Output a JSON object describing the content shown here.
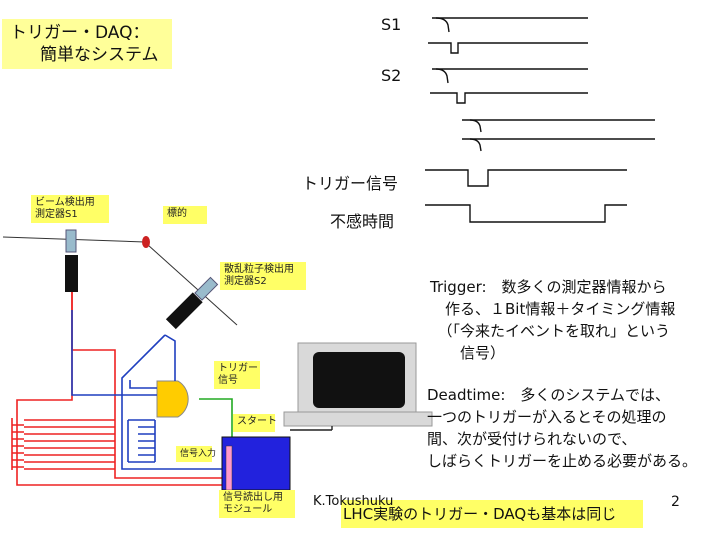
{
  "title": {
    "line1": "トリガー・DAQ：",
    "line2": "簡単なシステム"
  },
  "signals": {
    "s1": "S1",
    "s2": "S2",
    "trigger": "トリガー信号",
    "deadtime": "不感時間"
  },
  "diagram": {
    "beam_detector": [
      "ビーム検出用",
      "測定器S1"
    ],
    "target": "標的",
    "scatter_detector": [
      "散乱粒子検出用",
      "測定器S2"
    ],
    "trigger_signal": [
      "トリガー",
      "信号"
    ],
    "start": "スタート",
    "signal_input": "信号入力",
    "readout_module": [
      "信号読出し用",
      "モジュール"
    ]
  },
  "notes": {
    "trigger": [
      "Trigger:　数多くの測定器情報から",
      "　作る、１Bit情報＋タイミング情報",
      "　（「今来たイベントを取れ」という",
      "　　信号）"
    ],
    "deadtime": [
      "Deadtime:　多くのシステムでは、",
      "一つのトリガーが入るとその処理の",
      "間、次が受付けられないので、",
      "しばらくトリガーを止める必要がある。"
    ]
  },
  "footer": {
    "author": "K.Tokushuku",
    "summary": "LHC実験のトリガー・DAQも基本は同じ",
    "page": "2"
  },
  "colors": {
    "title_bg": "#ffff99",
    "label_bg": "#ffff66",
    "footer_bg": "#ffff66",
    "wire_red": "#ee2222",
    "wire_blue": "#1f3fbf",
    "wire_green": "#22aa22",
    "gate_fill": "#ffcc00",
    "module_fill": "#2222dd",
    "detector_black": "#111111",
    "pipe_blue": "#99bbcc"
  }
}
